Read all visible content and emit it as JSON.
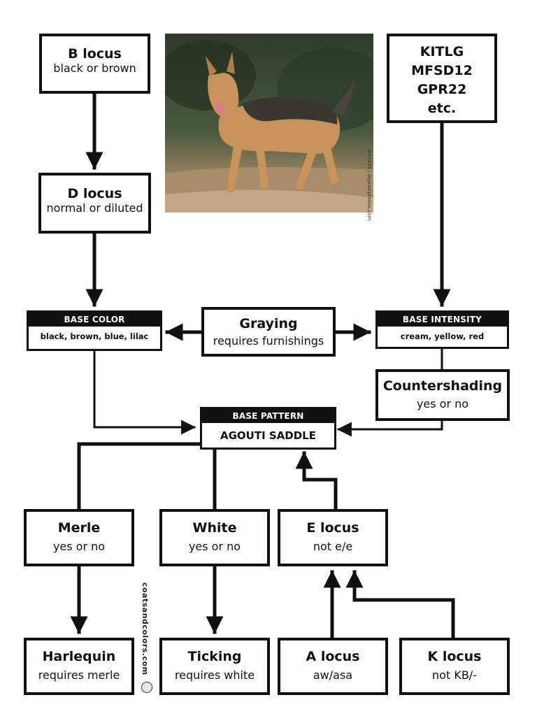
{
  "nodes": {
    "b_locus": {
      "title": "B locus",
      "sub": "black or brown"
    },
    "d_locus": {
      "title": "D locus",
      "sub": "normal or diluted"
    },
    "genes": {
      "lines": [
        "KITLG",
        "MFSD12",
        "GPR22",
        "etc."
      ]
    },
    "base_color": {
      "header": "BASE COLOR",
      "body": "black, brown, blue, lilac"
    },
    "graying": {
      "title": "Graying",
      "sub": "requires furnishings"
    },
    "base_intensity": {
      "header": "BASE INTENSITY",
      "body": "cream, yellow, red"
    },
    "countershading": {
      "title": "Countershading",
      "sub": "yes or no"
    },
    "base_pattern": {
      "header": "BASE PATTERN",
      "body": "AGOUTI SADDLE"
    },
    "merle": {
      "title": "Merle",
      "sub": "yes or no"
    },
    "white": {
      "title": "White",
      "sub": "yes or no"
    },
    "e_locus": {
      "title": "E locus",
      "sub": "not e/e"
    },
    "harlequin": {
      "title": "Harlequin",
      "sub": "requires merle"
    },
    "ticking": {
      "title": "Ticking",
      "sub": "requires white"
    },
    "a_locus": {
      "title": "A locus",
      "sub": "aw/asa"
    },
    "k_locus": {
      "title": "K locus",
      "sub": "not KB/-"
    }
  },
  "photo": {
    "subject": "german-shepherd-dog-photo",
    "credit": "art2435 | depositphotos.com"
  },
  "watermark": "coatsandcolors.com",
  "colors": {
    "line": "#111111",
    "header_bg": "#111111",
    "header_text": "#ffffff"
  }
}
